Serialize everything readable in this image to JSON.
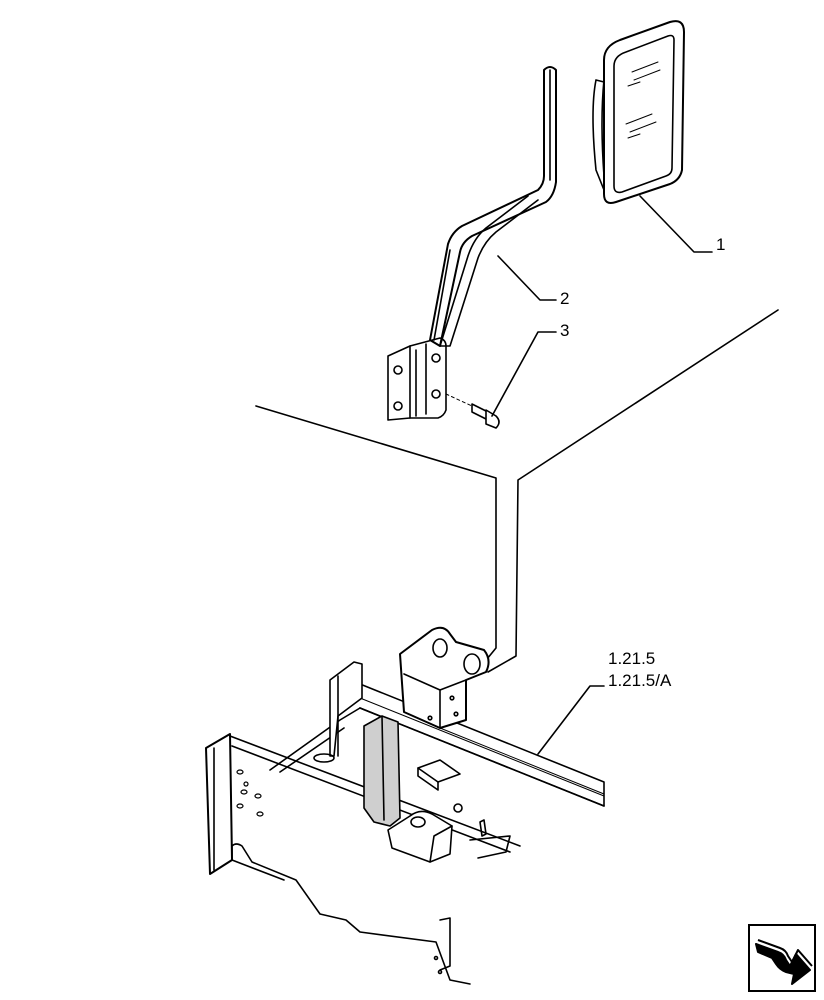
{
  "diagram": {
    "callouts": {
      "item_1": "1",
      "item_2": "2",
      "item_3": "3",
      "ref_a": "1.21.5",
      "ref_b": "1.21.5/A"
    },
    "colors": {
      "stroke": "#000000",
      "background": "#ffffff",
      "shade": "#cfcfcf"
    }
  },
  "navigation": {
    "icon": "navigation-arrow-icon"
  }
}
